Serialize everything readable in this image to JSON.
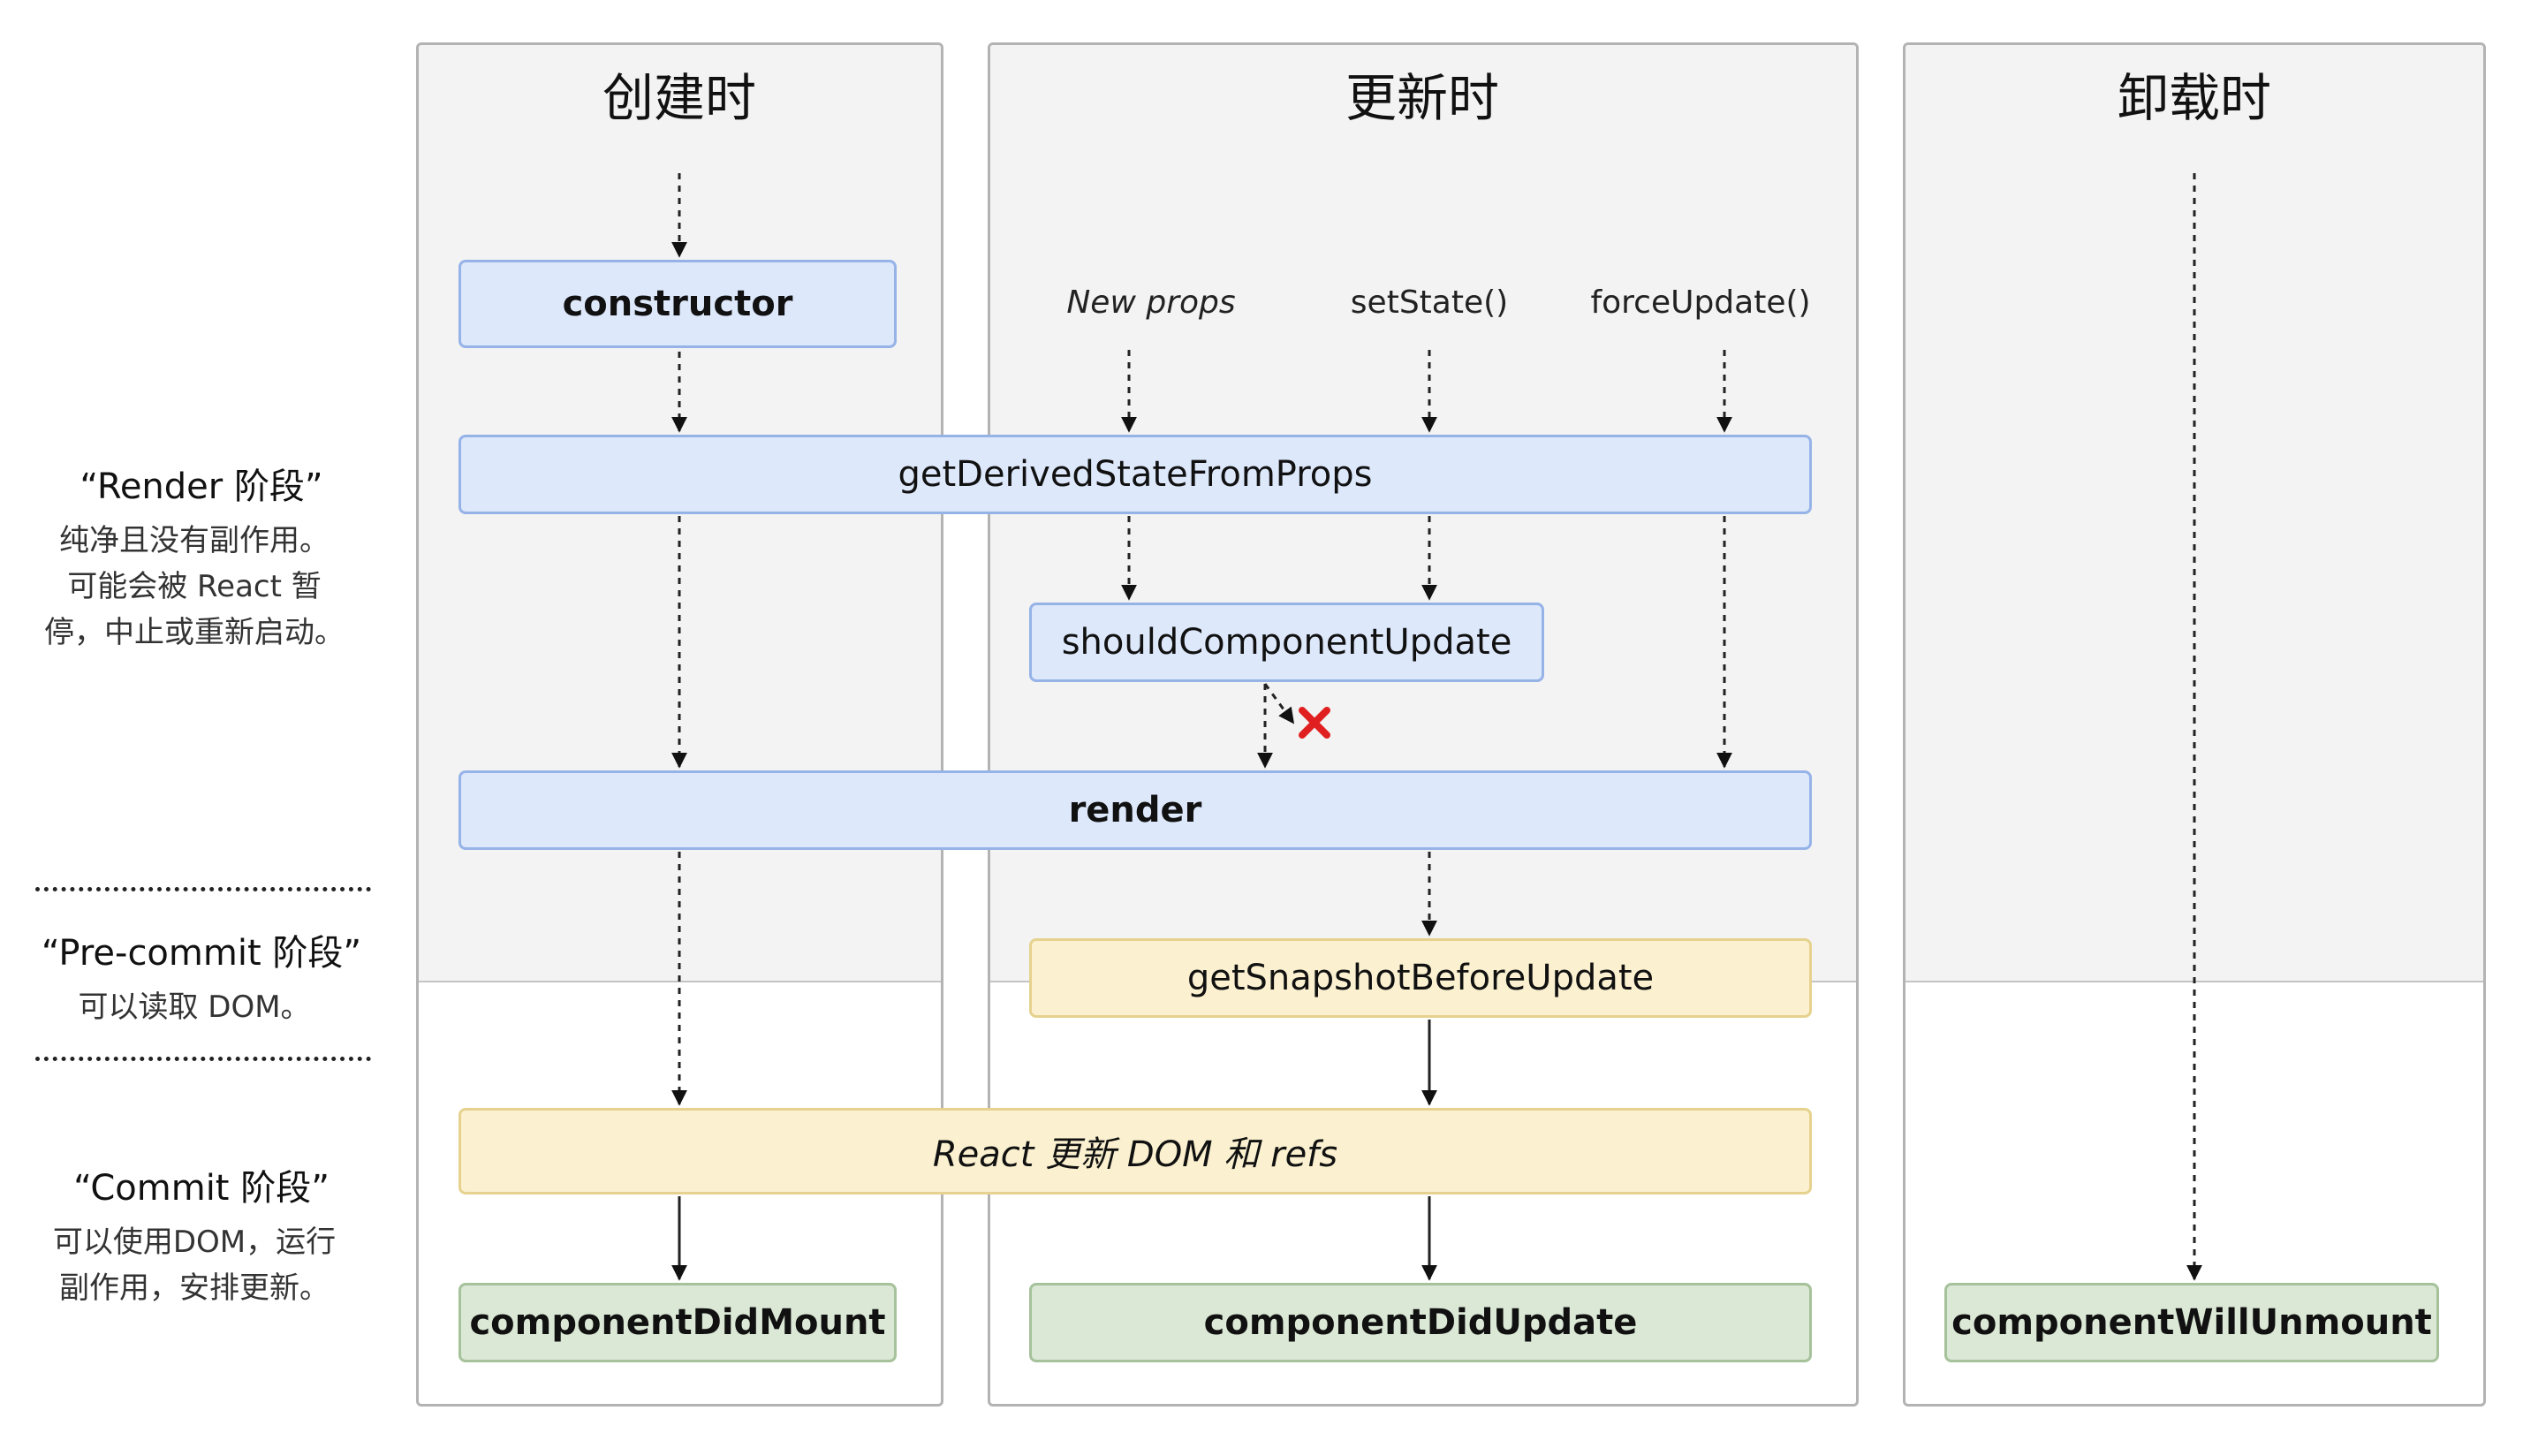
{
  "columns": {
    "mount": {
      "title": "创建时"
    },
    "update": {
      "title": "更新时"
    },
    "unmount": {
      "title": "卸载时"
    }
  },
  "triggers": {
    "new_props": "New props",
    "set_state": "setState()",
    "force_update": "forceUpdate()"
  },
  "methods": {
    "constructor": "constructor",
    "get_derived_state_from_props": "getDerivedStateFromProps",
    "should_component_update": "shouldComponentUpdate",
    "render": "render",
    "get_snapshot_before_update": "getSnapshotBeforeUpdate",
    "react_updates_dom": "React 更新 DOM 和 refs",
    "component_did_mount": "componentDidMount",
    "component_did_update": "componentDidUpdate",
    "component_will_unmount": "componentWillUnmount"
  },
  "phases": {
    "render": {
      "title": "“Render 阶段”",
      "desc": "纯净且没有副作用。\n可能会被 React 暂\n停，中止或重新启动。"
    },
    "precommit": {
      "title": "“Pre-commit 阶段”",
      "desc": "可以读取 DOM。"
    },
    "commit": {
      "title": "“Commit 阶段”",
      "desc": "可以使用DOM，运行\n副作用，安排更新。"
    }
  },
  "colors": {
    "render_box": "#dde8fb",
    "dom_box": "#fbf1d0",
    "lifecycle_box": "#dbe8d6",
    "cancel_mark": "#e02020"
  },
  "icons": {
    "cancel": "cancel-x-icon"
  }
}
